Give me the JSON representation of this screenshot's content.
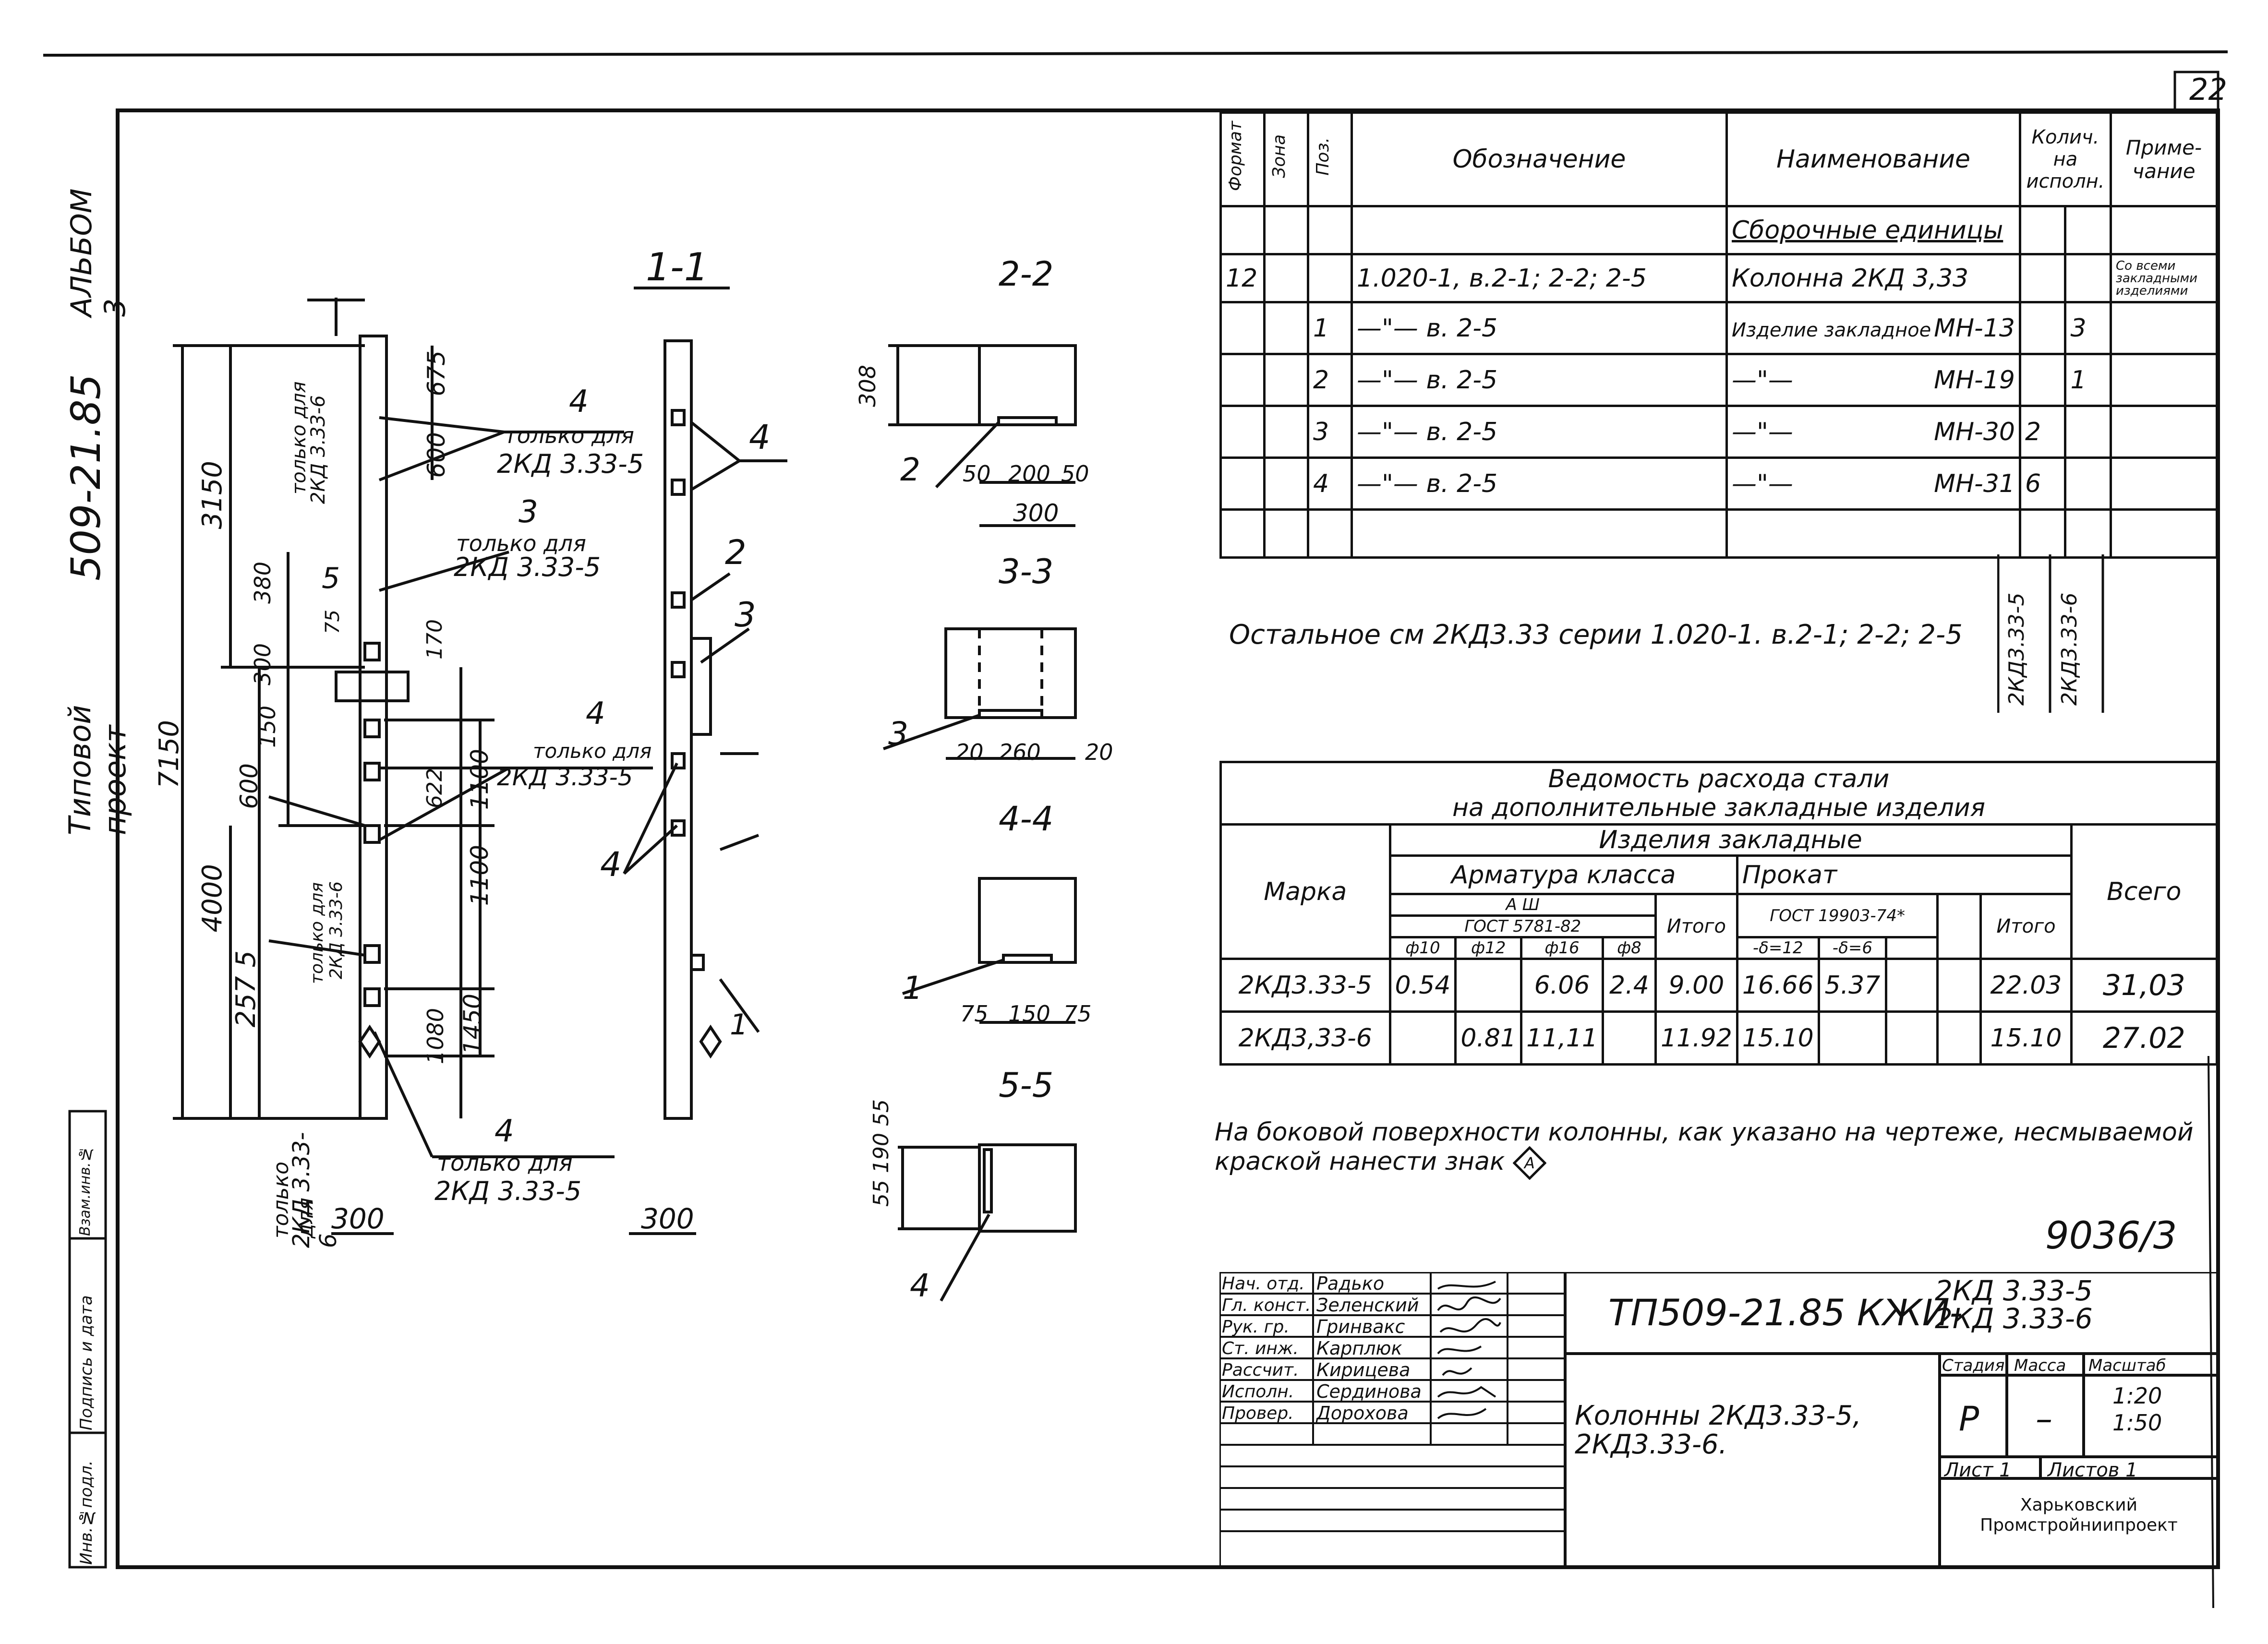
{
  "sheet_number": "22",
  "left_margin": {
    "album": "АЛЬБОМ 3",
    "project": "509-21.85",
    "project_type": "Типовой проект",
    "side_stamp": [
      "Инв.№подл.",
      "Подпись и дата",
      "Взам.инв.№"
    ]
  },
  "drawing": {
    "section_titles": [
      "1-1",
      "2-2",
      "3-3",
      "4-4",
      "5-5"
    ],
    "note_label_only": "только для",
    "marks": {
      "m5": "2КД 3.33-5",
      "m6": "2КД 3.33-6"
    },
    "dims_elevation": [
      "3150",
      "7150",
      "4000",
      "257 5",
      "600",
      "150",
      "300",
      "380",
      "675",
      "600",
      "1100",
      "1100",
      "1450",
      "1080",
      "622",
      "170",
      "75"
    ],
    "dims_base": "300",
    "sec22": [
      "308",
      "50",
      "200",
      "50",
      "300"
    ],
    "sec33": [
      "20",
      "260",
      "20"
    ],
    "sec44": [
      "75",
      "150",
      "75"
    ],
    "sec55": [
      "55",
      "190",
      "55"
    ],
    "callouts": [
      "1",
      "2",
      "3",
      "4",
      "5"
    ]
  },
  "spec": {
    "headers": [
      "Формат",
      "Зона",
      "Поз.",
      "Обозначение",
      "Наименование",
      "Колич. на исполн.",
      "Приме- чание"
    ],
    "section_row": "Сборочные единицы",
    "main_row": {
      "format": "12",
      "designation": "1.020-1, в.2-1; 2-2; 2-5",
      "name": "Колонна 2КД 3,33",
      "note": "Со всеми закладными изделиями"
    },
    "rows": [
      {
        "pos": "1",
        "designation": "—\"— в. 2-5",
        "name": "Изделие закладное",
        "mark": "МН-13",
        "q5": "",
        "q6": "3"
      },
      {
        "pos": "2",
        "designation": "—\"— в. 2-5",
        "name": "—\"—",
        "mark": "МН-19",
        "q5": "",
        "q6": "1"
      },
      {
        "pos": "3",
        "designation": "—\"— в. 2-5",
        "name": "—\"—",
        "mark": "МН-30",
        "q5": "2",
        "q6": ""
      },
      {
        "pos": "4",
        "designation": "—\"— в. 2-5",
        "name": "—\"—",
        "mark": "МН-31",
        "q5": "6",
        "q6": ""
      }
    ],
    "exec_labels": [
      "2КД3.33-5",
      "2КД3.33-6"
    ],
    "note": "Остальное см 2КД3.33 серии 1.020-1. в.2-1; 2-2; 2-5"
  },
  "steel": {
    "title1": "Ведомость расхода стали",
    "title2": "на дополнительные закладные изделия",
    "h_mark": "Марка",
    "h_items": "Изделия закладные",
    "h_rebar": "Арматура класса",
    "h_rebar_class": "А Ш",
    "h_gost1": "ГОСТ 5781-82",
    "h_rolled": "Прокат",
    "h_gost2": "ГОСТ 19903-74*",
    "h_total": "Итого",
    "h_all": "Всего",
    "sub": [
      "ф10",
      "ф12",
      "ф16",
      "ф8",
      "-δ=12",
      "-δ=6"
    ],
    "rows": [
      {
        "mark": "2КД3.33-5",
        "c": [
          "0.54",
          "",
          "6.06",
          "2.4",
          "9.00",
          "16.66",
          "5.37",
          "",
          "",
          "22.03",
          "31,03"
        ]
      },
      {
        "mark": "2КД3,33-6",
        "c": [
          "",
          "0.81",
          "11,11",
          "",
          "11.92",
          "15.10",
          "",
          "",
          "",
          "15.10",
          "27.02"
        ]
      }
    ]
  },
  "note_sign": "На боковой поверхности колонны, как указано на чертеже, несмываемой краской нанести знак",
  "archive_no": "9036/3",
  "stamp": {
    "roles": [
      "Нач. отд.",
      "Гл. конст.",
      "Рук. гр.",
      "Ст. инж.",
      "Рассчит.",
      "Исполн.",
      "Провер."
    ],
    "names": [
      "Радько",
      "Зеленский",
      "Гринвакс",
      "Карплюк",
      "Кирицева",
      "Сердинова",
      "Дорохова"
    ],
    "code": "ТП509-21.85 КЖИ-",
    "code_marks": [
      "2КД 3.33-5",
      "2КД 3.33-6"
    ],
    "title": "Колонны 2КД3.33-5, 2КД3.33-6.",
    "h_stage": "Стадия",
    "h_mass": "Масса",
    "h_scale": "Масштаб",
    "stage": "Р",
    "mass": "–",
    "scale": [
      "1:20",
      "1:50"
    ],
    "sheet": "Лист 1",
    "sheets": "Листов 1",
    "org": [
      "Харьковский",
      "Промстройниипроект"
    ]
  }
}
